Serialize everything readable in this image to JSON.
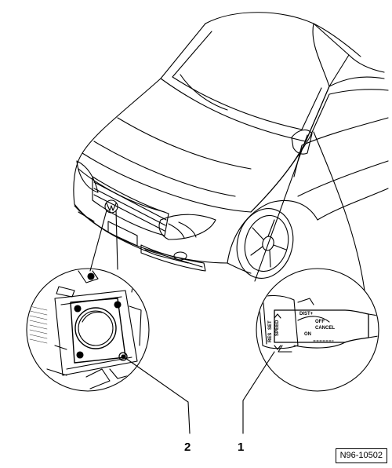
{
  "callouts": {
    "item_1": "1",
    "item_2": "2"
  },
  "figure_ref": "N96-10502",
  "lever_labels": {
    "dist": "DIST+",
    "off": "OFF",
    "cancel": "CANCEL",
    "on": "ON",
    "speed": "SPEED",
    "set": "SET",
    "res": "RES"
  },
  "colors": {
    "line": "#000000",
    "background": "#ffffff",
    "hatch": "#333333"
  }
}
